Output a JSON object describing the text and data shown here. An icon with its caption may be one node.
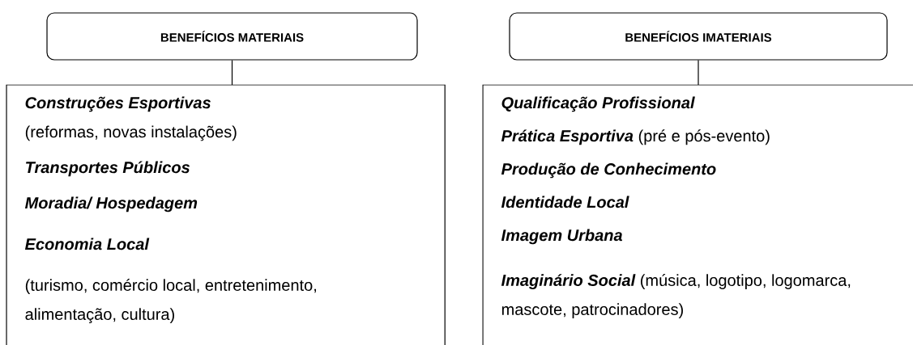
{
  "diagram": {
    "nodes": [
      {
        "text": [
          "BENEFÍCIOS MATERIAIS"
        ]
      },
      {
        "text": [
          "Construções Esportivas",
          "(reformas, novas instalações)",
          "Transportes Públicos",
          "Moradia/ Hospedagem",
          "Economia Local",
          "(turismo, comércio local, entretenimento, alimentação, cultura)"
        ]
      },
      {
        "text": [
          "BENEFÍCIOS IMATERIAIS"
        ]
      },
      {
        "text": [
          "Qualificação Profissional",
          "Prática Esportiva",
          "(pré e pós-evento)",
          "Produção de Conhecimento",
          "Identidade Local",
          "Imagem Urbana",
          "Imaginário Social",
          "(música, logotipo, logomarca, mascote, patrocinadores)"
        ]
      }
    ],
    "edges": [
      {
        "from": 0,
        "to": 1,
        "arrow": "none"
      },
      {
        "from": 2,
        "to": 3,
        "arrow": "none"
      }
    ]
  }
}
